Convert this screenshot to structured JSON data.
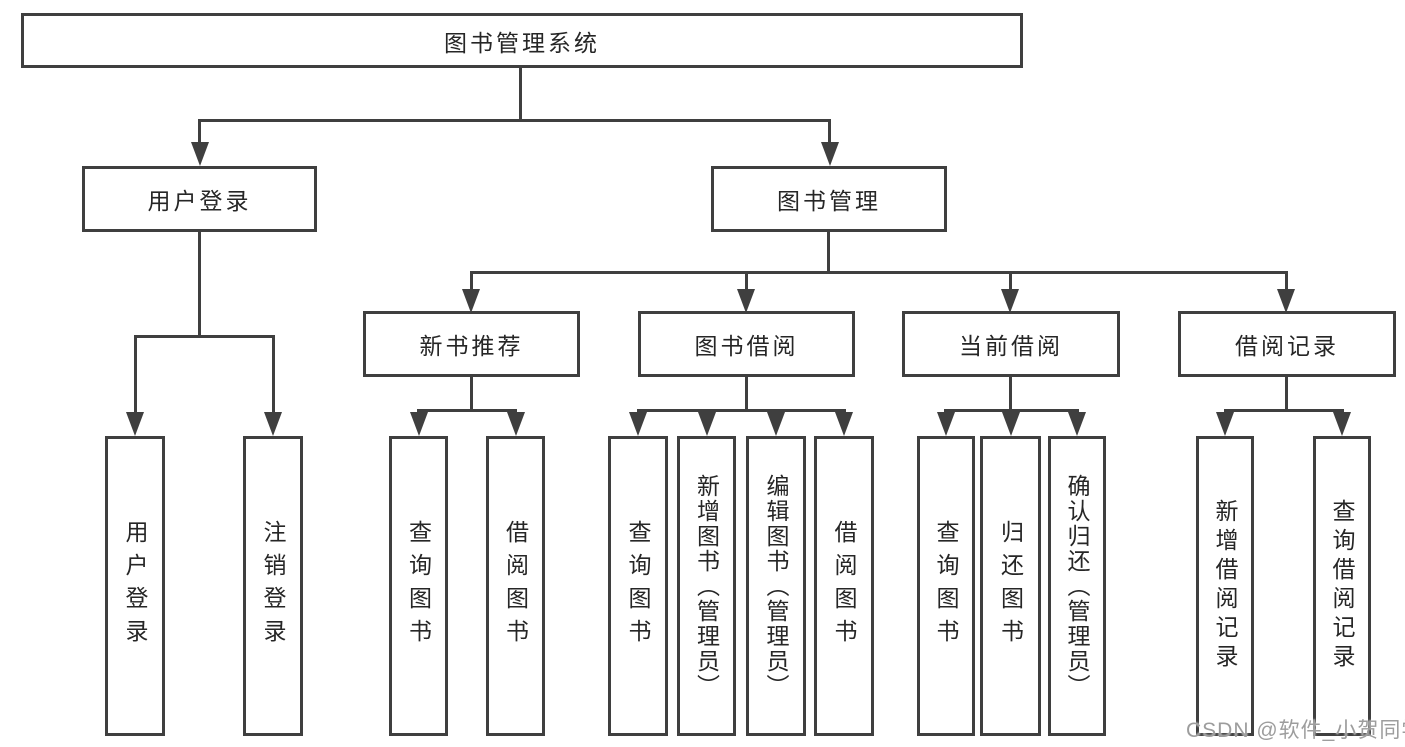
{
  "diagram": {
    "title": "图书管理系统",
    "root": {
      "label": "图书管理系统"
    },
    "level2": [
      {
        "label": "用户登录"
      },
      {
        "label": "图书管理"
      }
    ],
    "level3": [
      {
        "label": "新书推荐"
      },
      {
        "label": "图书借阅"
      },
      {
        "label": "当前借阅"
      },
      {
        "label": "借阅记录"
      }
    ],
    "leaves": {
      "login": [
        {
          "label": "用户登录"
        },
        {
          "label": "注销登录"
        }
      ],
      "recommend": [
        {
          "label": "查询图书"
        },
        {
          "label": "借阅图书"
        }
      ],
      "borrow": [
        {
          "label": "查询图书"
        },
        {
          "label": "新增图书（管理员）"
        },
        {
          "label": "编辑图书（管理员）"
        },
        {
          "label": "借阅图书"
        }
      ],
      "current": [
        {
          "label": "查询图书"
        },
        {
          "label": "归还图书"
        },
        {
          "label": "确认归还（管理员）"
        }
      ],
      "records": [
        {
          "label": "新增借阅记录"
        },
        {
          "label": "查询借阅记录"
        }
      ]
    }
  },
  "watermark": {
    "text": "CSDN @软件_小贺同学"
  },
  "colors": {
    "line": "#3f3f3f",
    "text": "#262626",
    "watermark": "#9d9d9d",
    "background": "#ffffff"
  }
}
